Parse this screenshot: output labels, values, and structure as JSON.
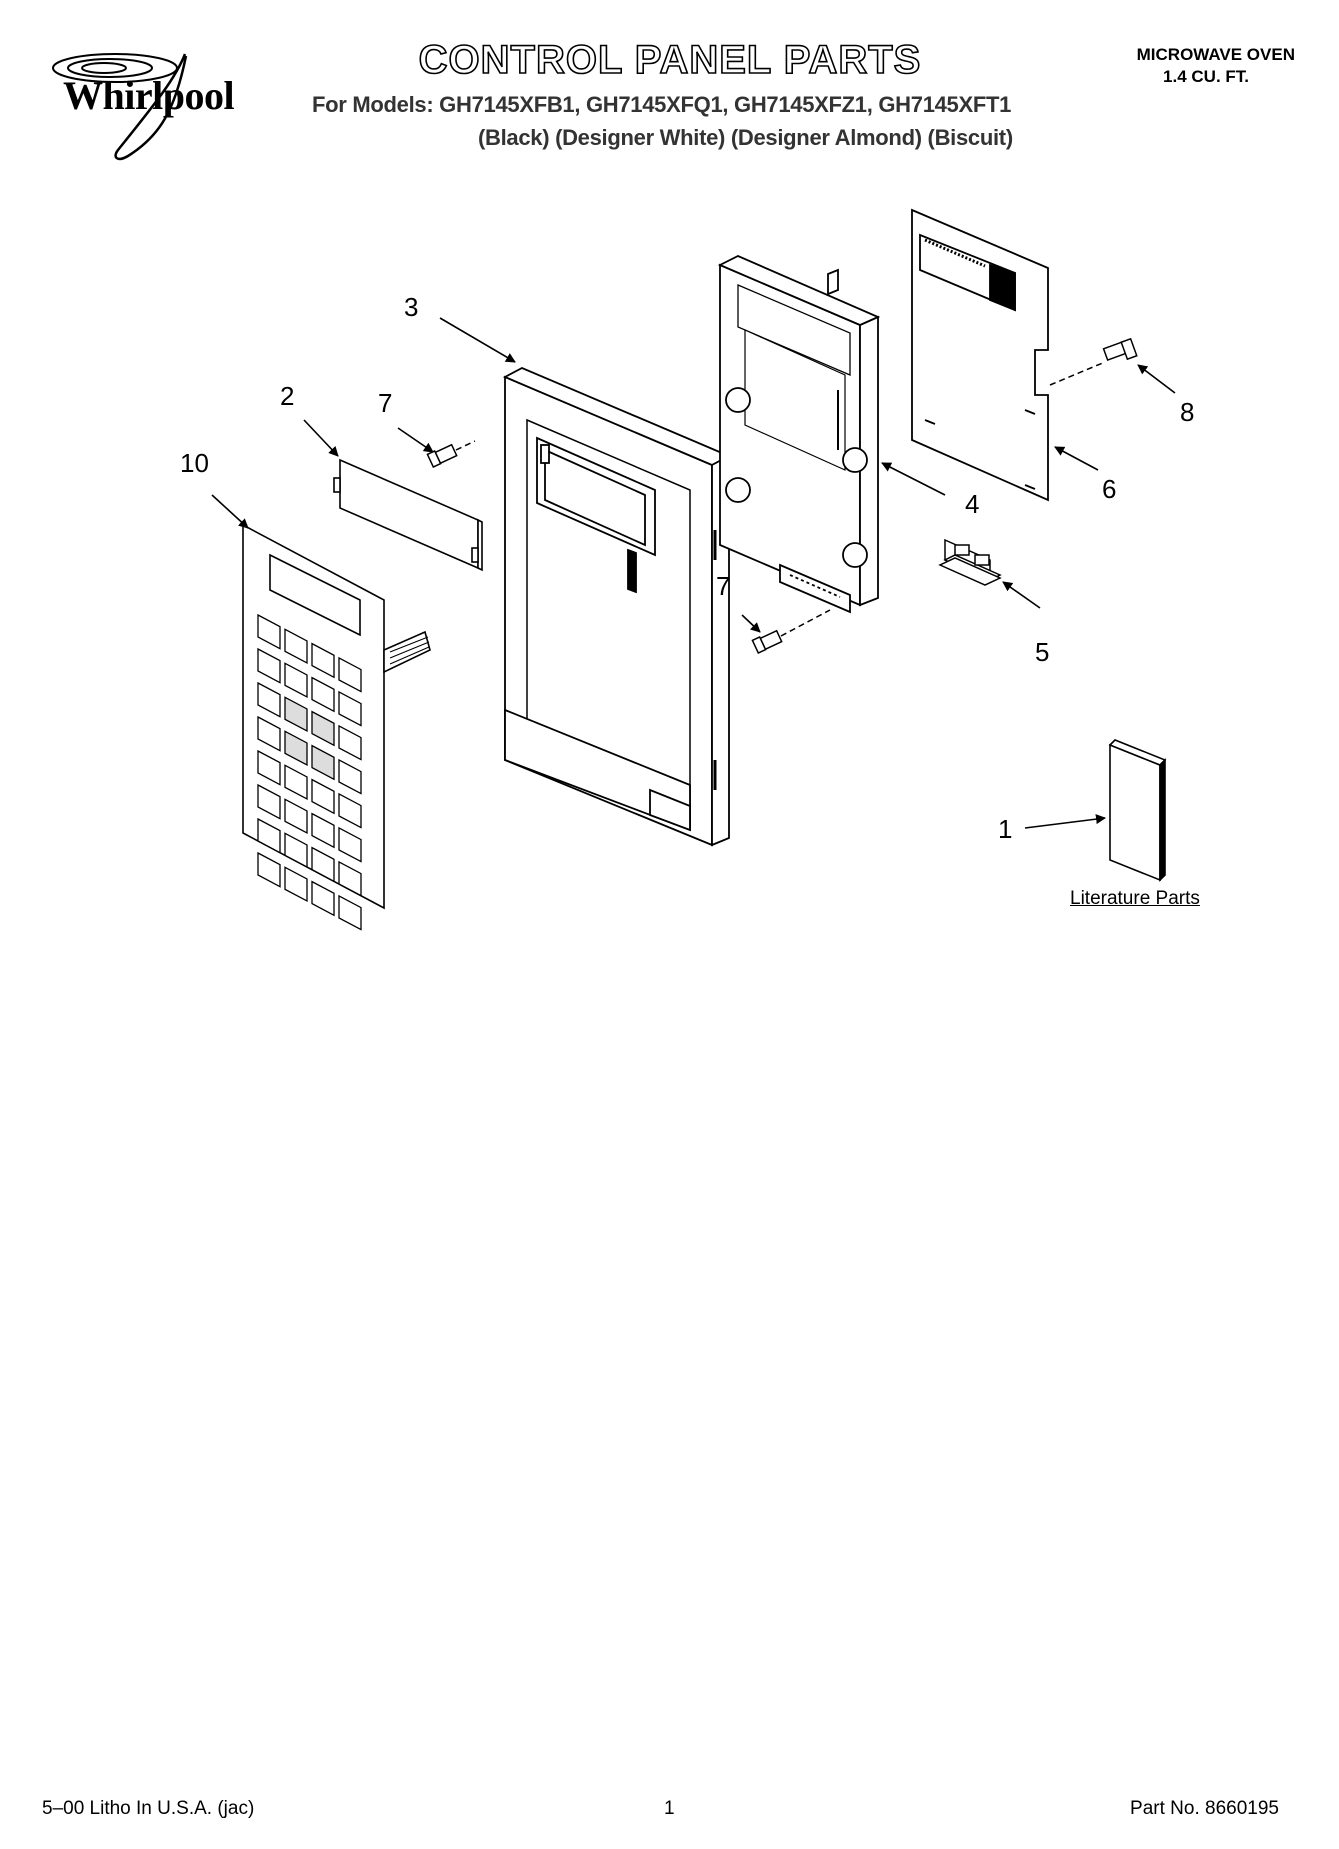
{
  "header": {
    "brand": "Whirlpool",
    "title": "CONTROL PANEL PARTS",
    "models_line": "For Models: GH7145XFB1, GH7145XFQ1, GH7145XFZ1, GH7145XFT1",
    "colors_line": "(Black) (Designer White) (Designer Almond) (Biscuit)",
    "product_type": "MICROWAVE OVEN",
    "product_size": "1.4 CU. FT."
  },
  "diagram": {
    "callouts": {
      "c1": "1",
      "c2": "2",
      "c3": "3",
      "c4": "4",
      "c5": "5",
      "c6": "6",
      "c7a": "7",
      "c7b": "7",
      "c8": "8",
      "c10": "10"
    },
    "literature_label": "Literature Parts"
  },
  "footer": {
    "print_info": "5–00 Litho In U.S.A. (jac)",
    "page_number": "1",
    "part_number": "Part No. 8660195"
  }
}
